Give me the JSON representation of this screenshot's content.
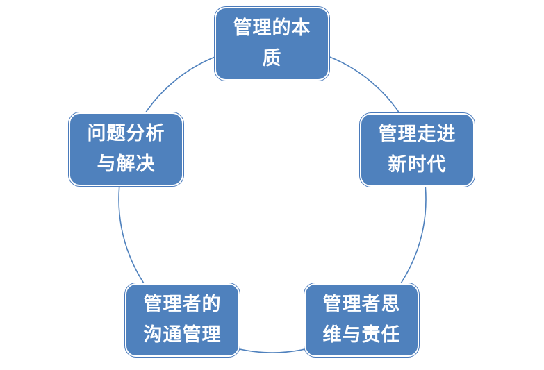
{
  "colors": {
    "node_fill": "#4f81bd",
    "ring": "#4f81bd",
    "text": "#ffffff"
  },
  "nodes": [
    {
      "id": "n1",
      "line1": "管理的本",
      "line2": "质"
    },
    {
      "id": "n2",
      "line1": "管理走进",
      "line2": "新时代"
    },
    {
      "id": "n3",
      "line1": "管理者思",
      "line2": "维与责任"
    },
    {
      "id": "n4",
      "line1": "管理者的",
      "line2": "沟通管理"
    },
    {
      "id": "n5",
      "line1": "问题分析",
      "line2": "与解决"
    }
  ]
}
